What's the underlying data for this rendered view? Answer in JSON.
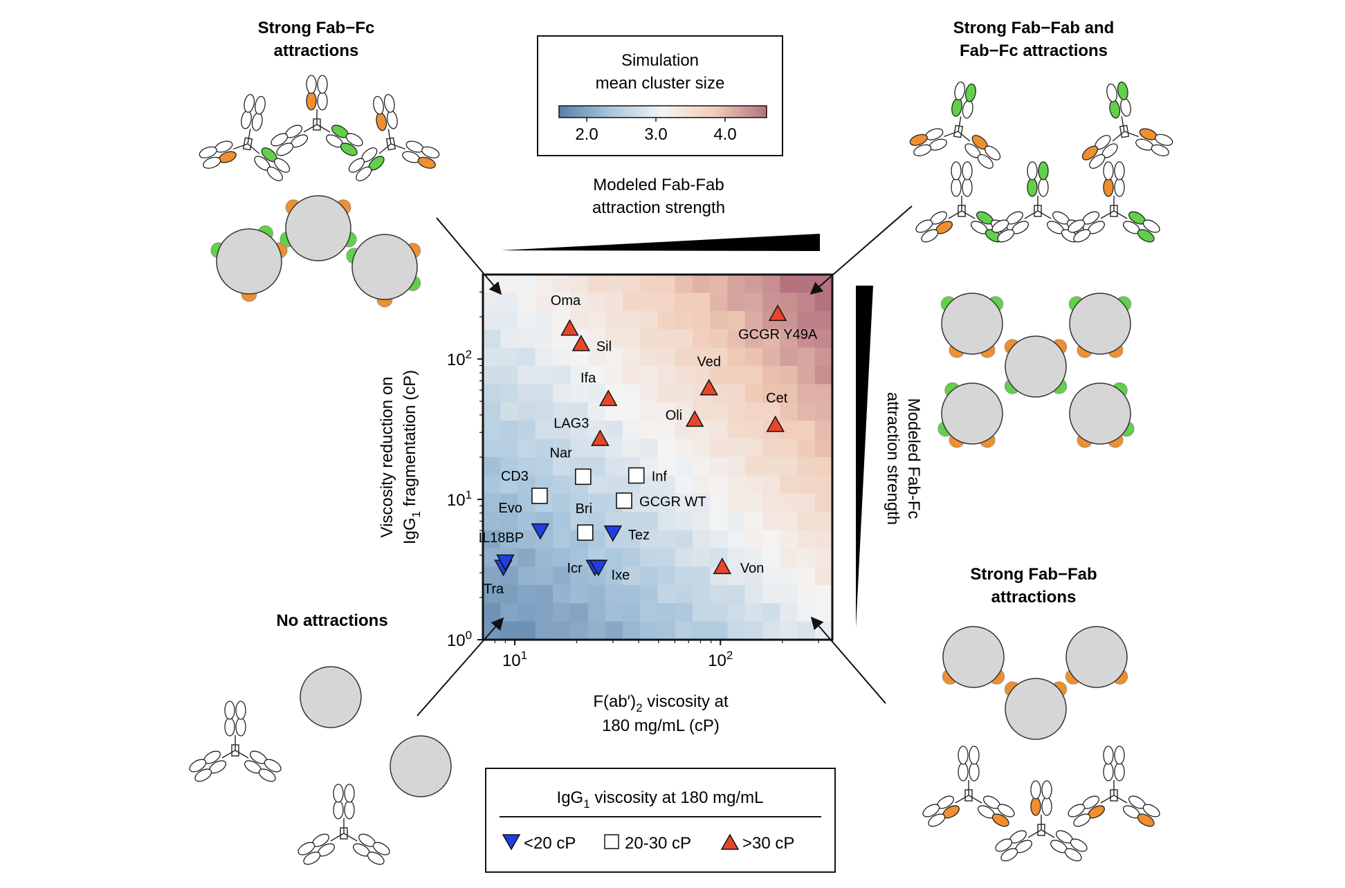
{
  "chart_data": {
    "type": "scatter",
    "xlabel_line1": "F(ab′)",
    "xlabel_sub": "2",
    "xlabel_line1_rest": " viscosity at",
    "xlabel_line2": "180 mg/mL (cP)",
    "ylabel_line1": "Viscosity reduction on",
    "ylabel_line2_pre": "IgG",
    "ylabel_line2_sub": "1",
    "ylabel_line2_post": " fragmentation (cP)",
    "x_scale": "log",
    "y_scale": "log",
    "xlim": [
      7,
      350
    ],
    "ylim": [
      1,
      400
    ],
    "x_ticks": [
      {
        "value": 10,
        "base": "10",
        "exp": "1"
      },
      {
        "value": 100,
        "base": "10",
        "exp": "2"
      }
    ],
    "y_ticks": [
      {
        "value": 1,
        "base": "10",
        "exp": "0"
      },
      {
        "value": 10,
        "base": "10",
        "exp": "1"
      },
      {
        "value": 100,
        "base": "10",
        "exp": "2"
      }
    ],
    "heatmap": {
      "colorbar_title_line1": "Simulation",
      "colorbar_title_line2": "mean cluster size",
      "colorbar_ticks": [
        "2.0",
        "3.0",
        "4.0"
      ],
      "colorbar_tick_values": [
        2.0,
        3.0,
        4.0
      ],
      "range": [
        1.6,
        4.6
      ],
      "colormap": [
        "#5a7fa8",
        "#a9c6dc",
        "#f4f4f4",
        "#f1cdb8",
        "#b5727f"
      ]
    },
    "series": [
      {
        "name": "<20 cP",
        "marker": "triangle-down",
        "color": "#1f3fe0",
        "points": [
          {
            "label": "Tra",
            "x": 8.8,
            "y": 3.3
          },
          {
            "label": "IL18BP",
            "x": 9.0,
            "y": 3.6
          },
          {
            "label": "Evo",
            "x": 13.3,
            "y": 6.0
          },
          {
            "label": "Icr",
            "x": 24.5,
            "y": 3.3
          },
          {
            "label": "Ixe",
            "x": 25.5,
            "y": 3.3
          },
          {
            "label": "Tez",
            "x": 30.0,
            "y": 5.8
          }
        ]
      },
      {
        "name": "20-30 cP",
        "marker": "square",
        "color": "#ffffff",
        "points": [
          {
            "label": "CD3",
            "x": 13.2,
            "y": 10.6
          },
          {
            "label": "Nar",
            "x": 21.5,
            "y": 14.5
          },
          {
            "label": "Bri",
            "x": 22.0,
            "y": 5.8
          },
          {
            "label": "Inf",
            "x": 39.0,
            "y": 14.8
          },
          {
            "label": "GCGR WT",
            "x": 34.0,
            "y": 9.8
          }
        ]
      },
      {
        "name": ">30 cP",
        "marker": "triangle-up",
        "color": "#e8462b",
        "points": [
          {
            "label": "Oma",
            "x": 18.5,
            "y": 165
          },
          {
            "label": "Sil",
            "x": 21.0,
            "y": 128
          },
          {
            "label": "Ifa",
            "x": 28.5,
            "y": 52
          },
          {
            "label": "LAG3",
            "x": 26.0,
            "y": 27
          },
          {
            "label": "Ved",
            "x": 88.0,
            "y": 62
          },
          {
            "label": "Oli",
            "x": 75.0,
            "y": 37
          },
          {
            "label": "Cet",
            "x": 185.0,
            "y": 34
          },
          {
            "label": "GCGR Y49A",
            "x": 190.0,
            "y": 210
          },
          {
            "label": "Von",
            "x": 102.0,
            "y": 3.3
          }
        ]
      }
    ]
  },
  "legend": {
    "title_pre": "IgG",
    "title_sub": "1",
    "title_post": " viscosity at 180 mg/mL",
    "items": [
      "<20 cP",
      "20-30 cP",
      ">30 cP"
    ]
  },
  "annotations": {
    "fab_fab_wedge": {
      "line1": "Modeled Fab-Fab",
      "line2": "attraction strength"
    },
    "fab_fc_wedge": {
      "line1": "Modeled Fab-Fc",
      "line2": "attraction strength"
    }
  },
  "panels": {
    "top_left": {
      "line1": "Strong Fab−Fc",
      "line2": "attractions"
    },
    "top_right": {
      "line1": "Strong Fab−Fab and",
      "line2": "Fab−Fc attractions"
    },
    "bottom_left": {
      "line1": "No attractions"
    },
    "bottom_right": {
      "line1": "Strong Fab−Fab",
      "line2": "attractions"
    }
  },
  "colors": {
    "fab_green": "#62d04b",
    "fc_orange": "#ef8f2f",
    "sphere_gray": "#d6d6d6"
  }
}
